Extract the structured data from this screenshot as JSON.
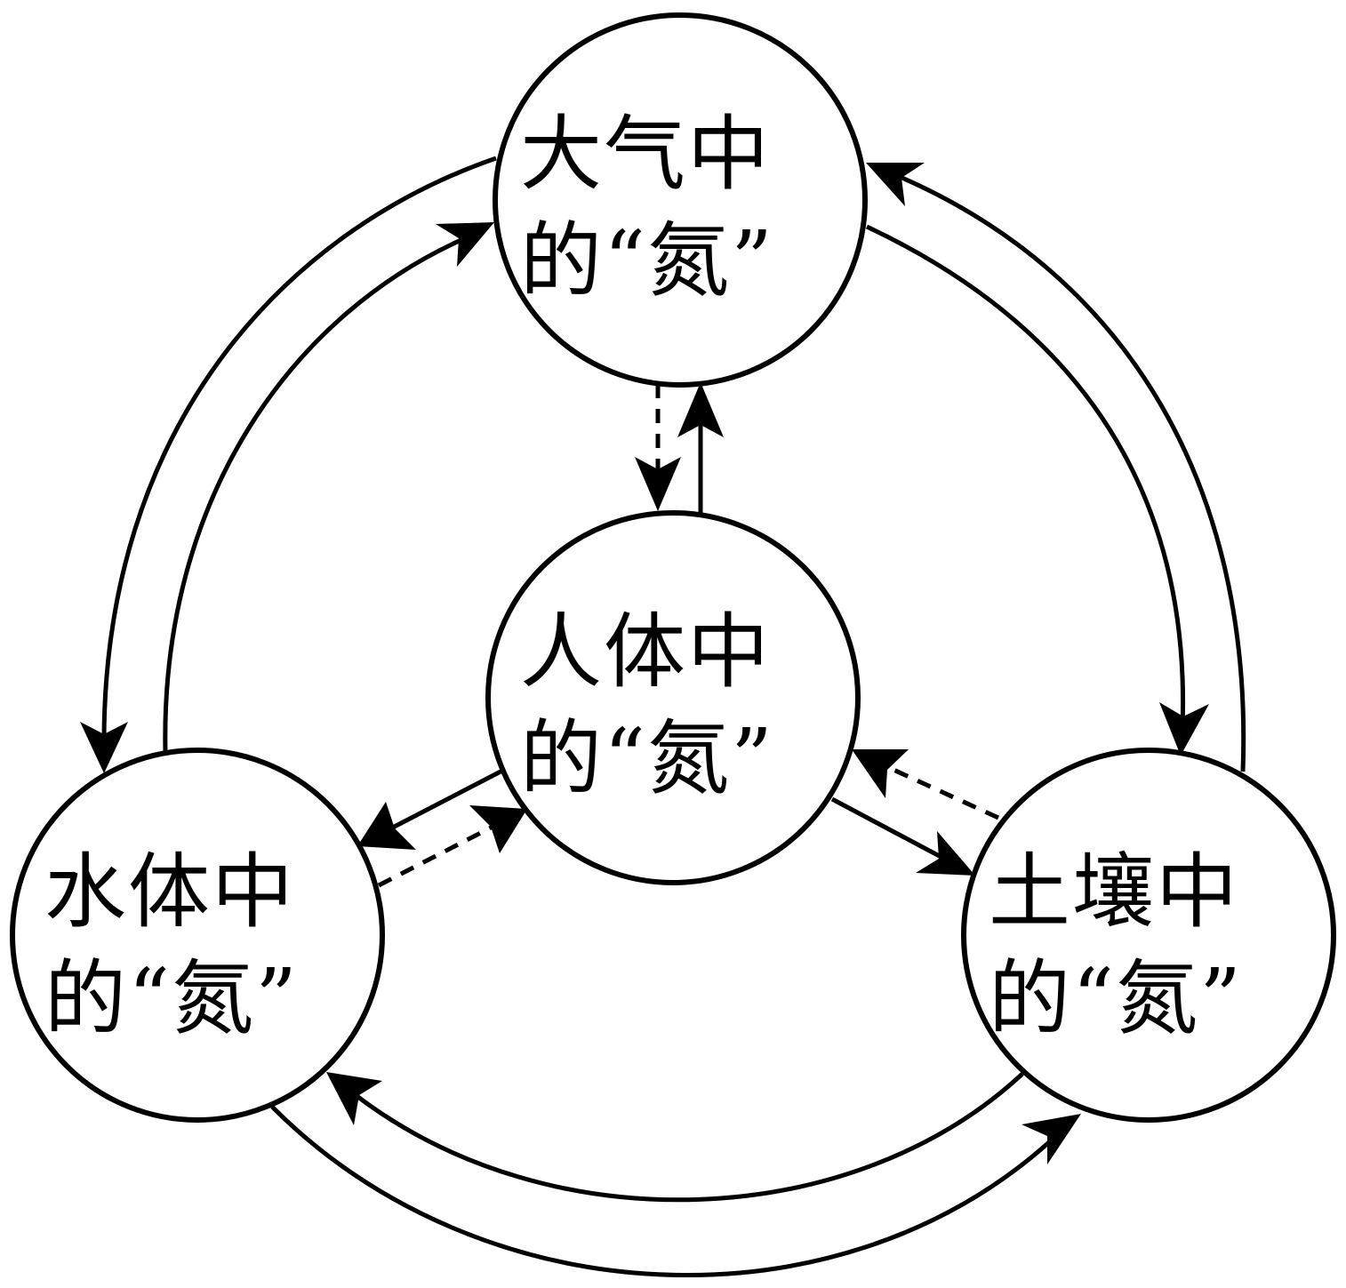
{
  "nodes": {
    "atmosphere": {
      "line1": "大气中",
      "line2": "的“氮”"
    },
    "human": {
      "line1": "人体中",
      "line2": "的“氮”"
    },
    "water": {
      "line1": "水体中",
      "line2": "的“氮”"
    },
    "soil": {
      "line1": "土壤中",
      "line2": "的“氮”"
    }
  },
  "edges": [
    {
      "from": "atmosphere",
      "to": "water",
      "style": "solid"
    },
    {
      "from": "water",
      "to": "atmosphere",
      "style": "solid"
    },
    {
      "from": "atmosphere",
      "to": "soil",
      "style": "solid"
    },
    {
      "from": "soil",
      "to": "atmosphere",
      "style": "solid"
    },
    {
      "from": "water",
      "to": "soil",
      "style": "solid"
    },
    {
      "from": "soil",
      "to": "water",
      "style": "solid"
    },
    {
      "from": "atmosphere",
      "to": "human",
      "style": "dashed"
    },
    {
      "from": "human",
      "to": "atmosphere",
      "style": "solid"
    },
    {
      "from": "human",
      "to": "water",
      "style": "solid"
    },
    {
      "from": "water",
      "to": "human",
      "style": "dashed"
    },
    {
      "from": "human",
      "to": "soil",
      "style": "solid"
    },
    {
      "from": "soil",
      "to": "human",
      "style": "dashed"
    }
  ],
  "colors": {
    "stroke": "#000000",
    "fill": "#ffffff"
  }
}
